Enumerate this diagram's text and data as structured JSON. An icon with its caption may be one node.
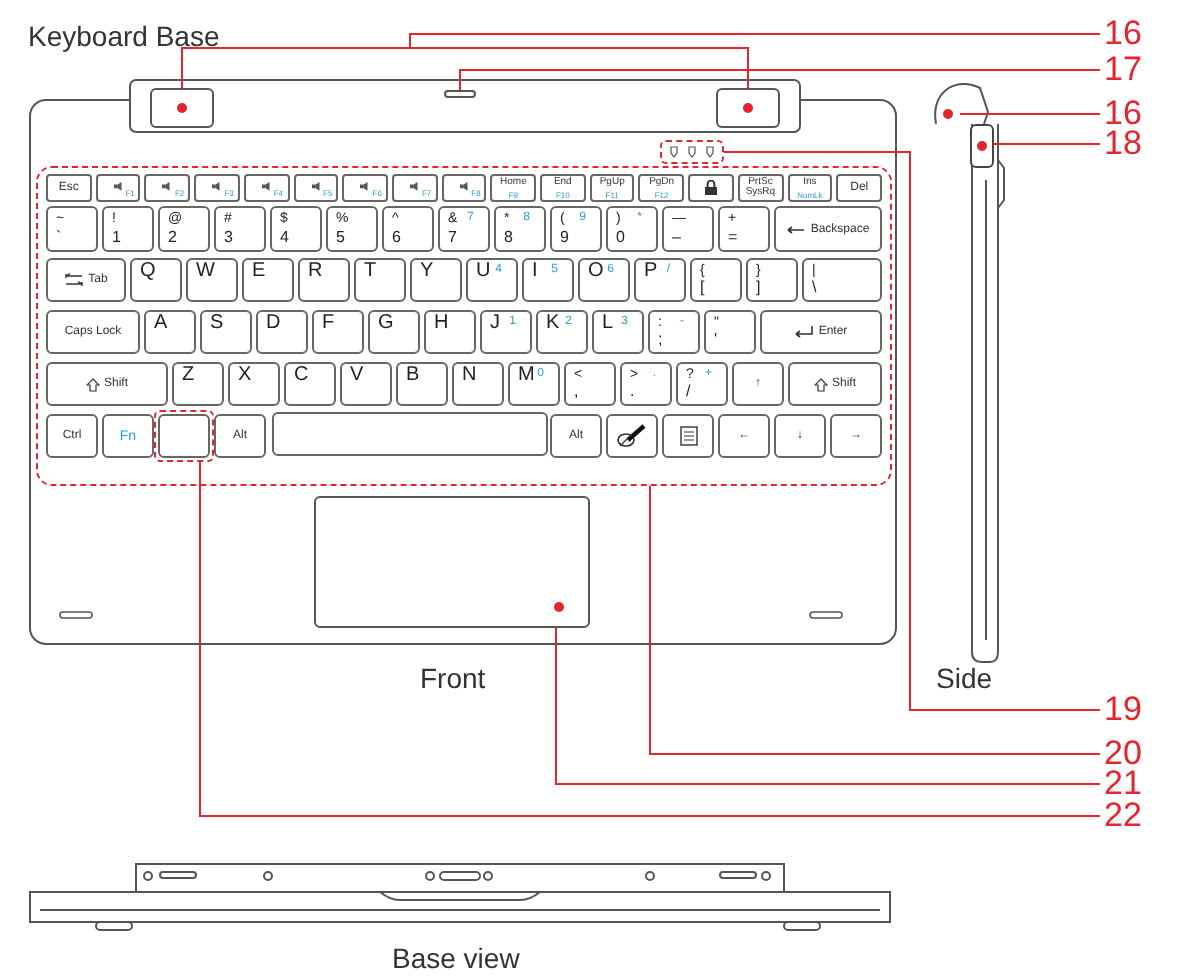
{
  "diagram": {
    "nodes": [
      {
        "text": [
          "16"
        ]
      },
      {
        "text": [
          "17"
        ]
      },
      {
        "text": [
          "16"
        ]
      },
      {
        "text": [
          "18"
        ]
      },
      {
        "text": [
          "19"
        ]
      },
      {
        "text": [
          "20"
        ]
      },
      {
        "text": [
          "21"
        ]
      },
      {
        "text": [
          "22"
        ]
      },
      {
        "text": [],
        "shape": "box"
      },
      {
        "text": [],
        "shape": "box"
      },
      {
        "text": [],
        "shape": "box"
      },
      {
        "text": [],
        "shape": "box"
      },
      {
        "text": [],
        "shape": "box"
      },
      {
        "text": [],
        "shape": "box"
      },
      {
        "text": [],
        "shape": "box"
      },
      {
        "text": [],
        "shape": "box"
      },
      {
        "text": [],
        "shape": "box",
        "in": 14
      },
      {
        "text": [],
        "shape": "box",
        "in": 14
      }
    ],
    "edges": [
      {
        "from": 0,
        "to": 8,
        "arrow": "none"
      },
      {
        "from": 0,
        "to": 9,
        "arrow": "none"
      },
      {
        "from": 1,
        "to": 10,
        "arrow": "none"
      },
      {
        "from": 2,
        "to": 11,
        "arrow": "none"
      },
      {
        "from": 3,
        "to": 12,
        "arrow": "none"
      },
      {
        "from": 4,
        "to": 13,
        "arrow": "none"
      },
      {
        "from": 5,
        "to": 14,
        "arrow": "none"
      },
      {
        "from": 6,
        "to": 15,
        "arrow": "none"
      },
      {
        "from": 7,
        "to": 16,
        "arrow": "none"
      }
    ],
    "labels": [
      "Keyboard Base",
      "Esc",
      "F1",
      "F2",
      "F3",
      "F4",
      "F5",
      "F6",
      "F7",
      "F8",
      "Home",
      "F9",
      "End",
      "F10",
      "PgUp",
      "F11",
      "PgDn",
      "F12",
      "PrtSc SysRq",
      "Ins",
      "NumLk",
      "Del",
      "~",
      "`",
      "!",
      "1",
      "@",
      "2",
      "#",
      "3",
      "$",
      "4",
      "%",
      "5",
      "^",
      "6",
      "&",
      "7",
      "7",
      "*",
      "8",
      "8",
      "(",
      "9",
      "9",
      ")",
      "0",
      "*",
      "—",
      "–",
      "+",
      "=",
      "Backspace",
      "Tab",
      "Q",
      "W",
      "E",
      "R",
      "T",
      "Y",
      "U",
      "4",
      "I",
      "5",
      "O",
      "6",
      "P",
      "/",
      "{",
      "[",
      "}",
      "]",
      "|",
      "\\",
      "Caps Lock",
      "A",
      "S",
      "D",
      "F",
      "G",
      "H",
      "J",
      "1",
      "K",
      "2",
      "L",
      "3",
      ":",
      "-",
      ";",
      "\"",
      "'",
      "Enter",
      "Shift",
      "Z",
      "X",
      "C",
      "V",
      "B",
      "N",
      "M",
      "0",
      "<",
      ",",
      ">",
      ".",
      ".",
      "?",
      "+",
      "/",
      "↑",
      "Shift",
      "Ctrl",
      "Fn",
      "Alt",
      "Alt",
      "←",
      "↓",
      "→",
      "Front",
      "Side",
      "Base view"
    ]
  }
}
